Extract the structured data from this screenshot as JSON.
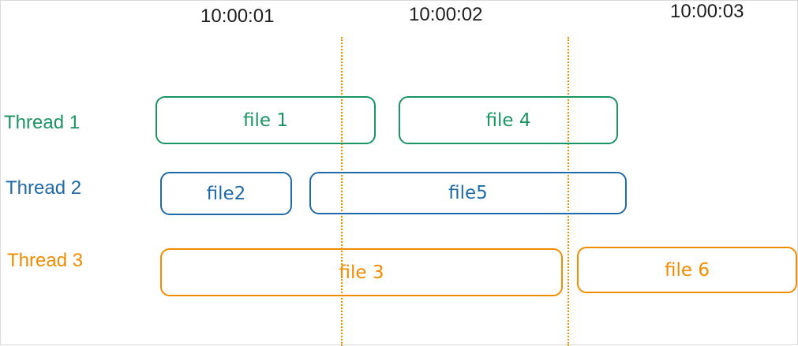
{
  "colors": {
    "thread1": "#1b9463",
    "thread2": "#1f6aa8",
    "thread3": "#f08c00",
    "guide": "#f08c00",
    "text": "#1e1e1e"
  },
  "timeline": {
    "times": [
      "10:00:01",
      "10:00:02",
      "10:00:03"
    ]
  },
  "threads": [
    {
      "label": "Thread 1",
      "tasks": [
        "file 1",
        "file 4"
      ]
    },
    {
      "label": "Thread 2",
      "tasks": [
        "file2",
        "file5"
      ]
    },
    {
      "label": "Thread 3",
      "tasks": [
        "file 3",
        "file 6"
      ]
    }
  ]
}
